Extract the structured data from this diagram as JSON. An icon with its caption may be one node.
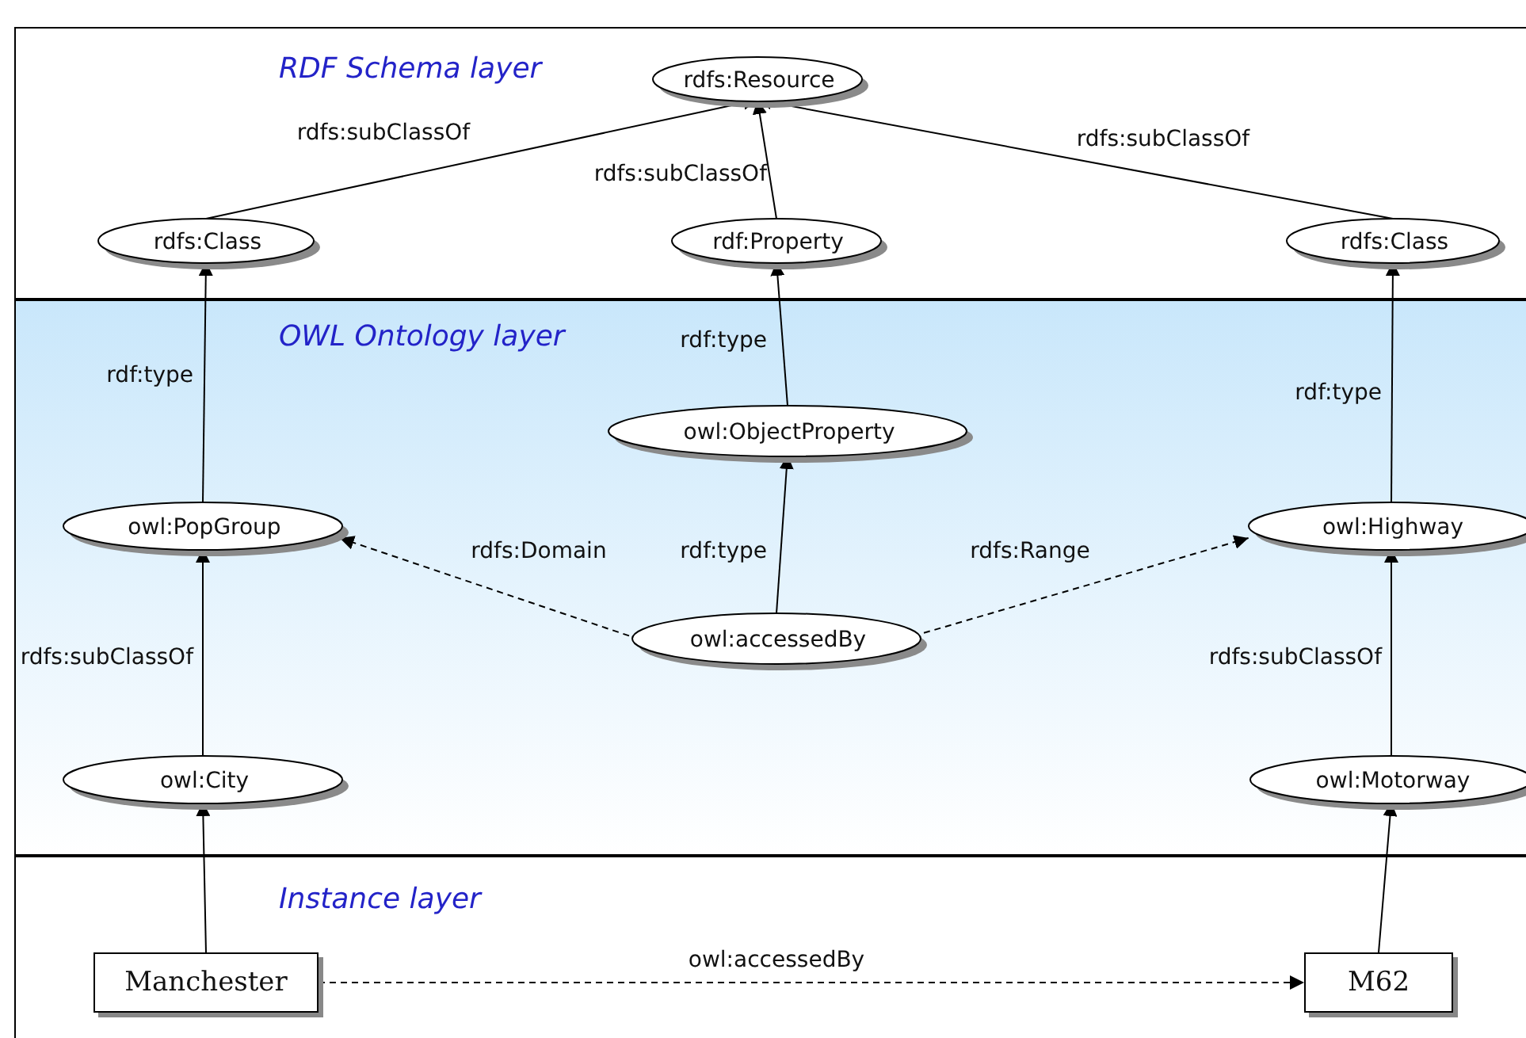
{
  "diagram": {
    "nodes": [
      {
        "text": [
          "RDF Schema layer"
        ]
      },
      {
        "text": [
          "rdfs:Resource"
        ],
        "in": 0
      },
      {
        "text": [
          "rdfs:Class"
        ],
        "in": 0
      },
      {
        "text": [
          "rdf:Property"
        ],
        "in": 0
      },
      {
        "text": [
          "rdfs:Class"
        ],
        "in": 0
      },
      {
        "text": [
          "OWL Ontology layer"
        ]
      },
      {
        "text": [
          "owl:ObjectProperty"
        ],
        "in": 5
      },
      {
        "text": [
          "owl:PopGroup"
        ],
        "in": 5
      },
      {
        "text": [
          "owl:Highway"
        ],
        "in": 5
      },
      {
        "text": [
          "owl:accessedBy"
        ],
        "in": 5
      },
      {
        "text": [
          "owl:City"
        ],
        "in": 5
      },
      {
        "text": [
          "owl:Motorway"
        ],
        "in": 5
      },
      {
        "text": [
          "Instance layer"
        ]
      },
      {
        "text": [
          "Manchester"
        ],
        "in": 12
      },
      {
        "text": [
          "M62"
        ],
        "in": 12
      }
    ],
    "edges": [
      {
        "from": 2,
        "to": 1,
        "arrow": "to",
        "label": "rdfs:subClassOf"
      },
      {
        "from": 3,
        "to": 1,
        "arrow": "to",
        "label": "rdfs:subClassOf"
      },
      {
        "from": 4,
        "to": 1,
        "arrow": "to",
        "label": "rdfs:subClassOf"
      },
      {
        "from": 7,
        "to": 2,
        "arrow": "to",
        "label": "rdf:type"
      },
      {
        "from": 6,
        "to": 3,
        "arrow": "to",
        "label": "rdf:type"
      },
      {
        "from": 8,
        "to": 4,
        "arrow": "to",
        "label": "rdf:type"
      },
      {
        "from": 9,
        "to": 6,
        "arrow": "to",
        "label": "rdf:type"
      },
      {
        "from": 9,
        "to": 7,
        "arrow": "to",
        "label": "rdfs:Domain",
        "style": "dashed"
      },
      {
        "from": 9,
        "to": 8,
        "arrow": "to",
        "label": "rdfs:Range",
        "style": "dashed"
      },
      {
        "from": 10,
        "to": 7,
        "arrow": "to",
        "label": "rdfs:subClassOf"
      },
      {
        "from": 11,
        "to": 8,
        "arrow": "to",
        "label": "rdfs:subClassOf"
      },
      {
        "from": 13,
        "to": 10,
        "arrow": "to"
      },
      {
        "from": 14,
        "to": 11,
        "arrow": "to"
      },
      {
        "from": 13,
        "to": 14,
        "arrow": "to",
        "label": "owl:accessedBy",
        "style": "dashed"
      }
    ]
  }
}
